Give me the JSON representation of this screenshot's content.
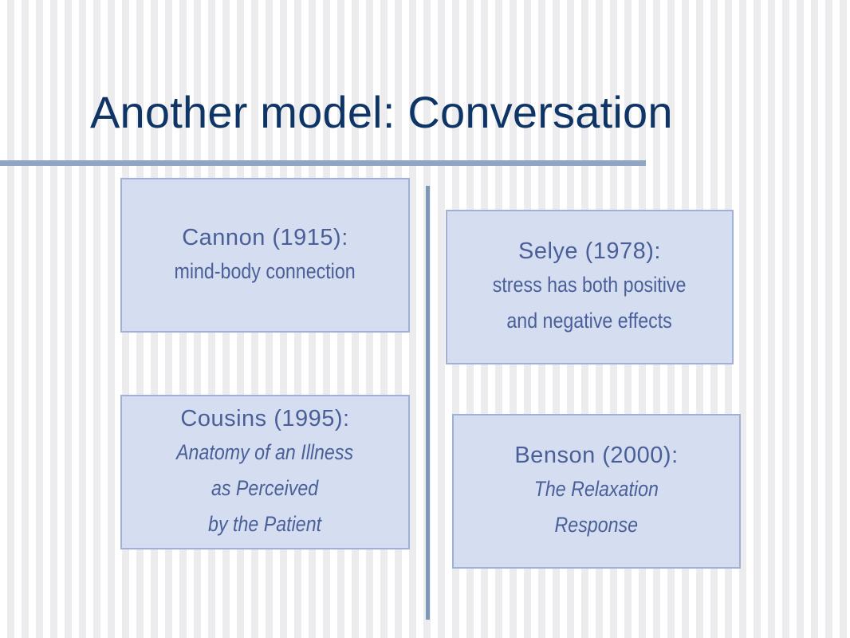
{
  "slide": {
    "title": "Another model: Conversation"
  },
  "boxes": {
    "cannon": {
      "heading": "Cannon (1915):",
      "lines": [
        "mind-body connection"
      ]
    },
    "selye": {
      "heading": "Selye (1978):",
      "lines": [
        "stress has both positive",
        "and negative effects"
      ]
    },
    "cousins": {
      "heading": "Cousins (1995):",
      "lines": [
        "Anatomy of an Illness",
        "as Perceived",
        "by the Patient"
      ]
    },
    "benson": {
      "heading": "Benson (2000):",
      "lines": [
        "The Relaxation",
        "Response"
      ]
    }
  },
  "colors": {
    "title": "#0e3566",
    "box_fill": "#d5def0",
    "box_border": "#9fb1d6",
    "box_text": "#4a5f98",
    "rule": "#8ea5c3",
    "divider": "#7f97b6"
  }
}
